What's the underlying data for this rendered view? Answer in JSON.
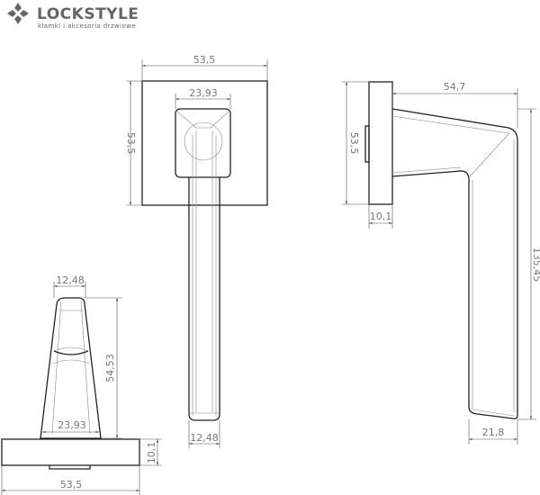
{
  "logo": {
    "name": "LOCKSTYLE",
    "tagline": "klamki i akcesoria drzwiowe"
  },
  "front_view": {
    "width": "53,5",
    "height": "53,5",
    "inner_width": "23,93",
    "shank_width": "12,48"
  },
  "side_view": {
    "projection": "54,7",
    "rosette_height": "53,5",
    "rosette_depth": "10,1",
    "total_length": "135,45",
    "tip_width": "21,8"
  },
  "top_view": {
    "tip_width": "12,48",
    "height": "54,53",
    "base_width": "23,93",
    "rosette_depth": "10,1",
    "rosette_width": "53,5"
  }
}
